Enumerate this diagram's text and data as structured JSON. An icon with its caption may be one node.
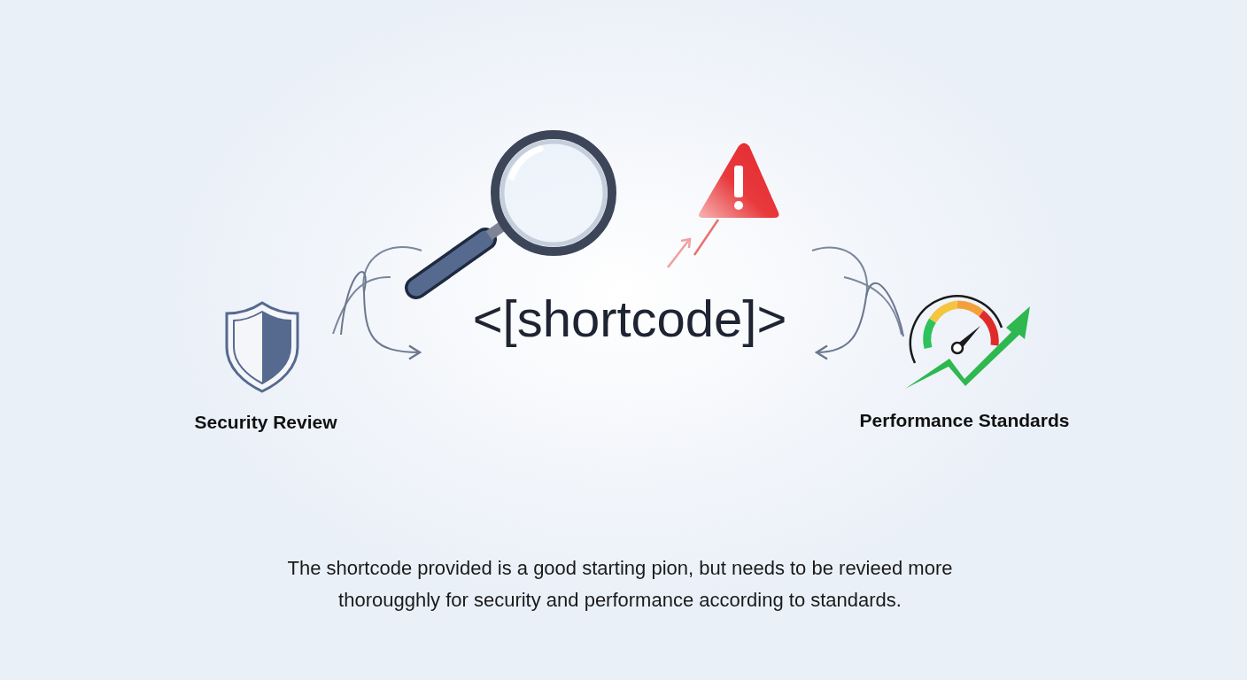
{
  "diagram": {
    "caption": "The shortcode provided is a good starting pion, but needs to be revieed more thorougghly for security and performance according to standards.",
    "nodes": [
      {
        "text": [
          "Security Review"
        ]
      },
      {
        "text": [
          "<[shortcode]>"
        ]
      },
      {
        "text": [
          "Performance Standards"
        ]
      }
    ],
    "edges": [
      {
        "from": 0,
        "to": 1,
        "arrow": "to"
      },
      {
        "from": 2,
        "to": 1,
        "arrow": "to"
      }
    ]
  }
}
